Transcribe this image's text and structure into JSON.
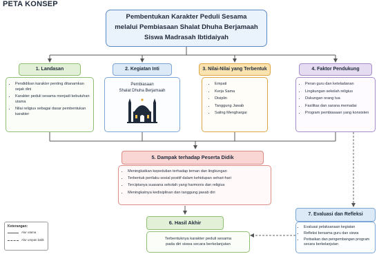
{
  "header": {
    "label": "PETA KONSEP"
  },
  "title": {
    "line1": "Pembentukan Karakter Peduli Sesama",
    "line2": "melalui Pembiasaan Shalat Dhuha Berjamaah",
    "line3": "Siswa Madrasah Ibtidaiyah"
  },
  "sections": {
    "landasan": {
      "title": "1. Landasan",
      "items": [
        "Pendidikan karakter penting ditanamkan sejak dini",
        "Karakter peduli sesama menjadi kebutuhan utama",
        "Nilai religius sebagai dasar pembentukan karakter"
      ]
    },
    "kegiatan": {
      "title": "2. Kegiatan Inti",
      "line1": "Pembiasaan",
      "line2": "Shalat Dhuha Berjamaah"
    },
    "nilai": {
      "title": "3. Nilai-Nilai yang Terbentuk",
      "items": [
        "Empati",
        "Kerja Sama",
        "Disiplin",
        "Tanggung Jawab",
        "Saling Menghargai"
      ]
    },
    "faktor": {
      "title": "4. Faktor Pendukung",
      "items": [
        "Peran guru dan keteladanan",
        "Lingkungan sekolah religius",
        "Dukungan orang tua",
        "Fasilitas dan sarana memadai",
        "Program pembiasaan yang konsisten"
      ]
    },
    "dampak": {
      "title": "5. Dampak terhadap Peserta Didik",
      "items": [
        "Meningkatkan kepedulian terhadap teman dan lingkungan",
        "Terbentuk perilaku sosial positif dalam kehidupan sehari-hari",
        "Terciptanya suasana sekolah yang harmonis dan religius",
        "Meningkatnya kedisiplinan dan tanggung jawab diri"
      ]
    },
    "hasil": {
      "title": "6. Hasil Akhir",
      "line1": "Terbentuknya karakter peduli sesama",
      "line2": "pada diri siswa secara berkelanjutan"
    },
    "evaluasi": {
      "title": "7. Evaluasi dan Refleksi",
      "items": [
        "Evaluasi pelaksanaan kegiatan",
        "Refleksi bersama guru dan siswa",
        "Perbaikan dan pengembangan program secara berkelanjutan"
      ]
    }
  },
  "legend": {
    "title": "Keterangan:",
    "solid": "Alur utama",
    "dashed": "Alur umpan balik"
  },
  "colors": {
    "green": "#8fbf72",
    "blue": "#7aa5d4",
    "yellow": "#dca443",
    "purple": "#a48bc8",
    "red": "#dc8a84",
    "title_border": "#5b8ac4"
  },
  "icons": {
    "kegiatan": "mosque-icon"
  }
}
